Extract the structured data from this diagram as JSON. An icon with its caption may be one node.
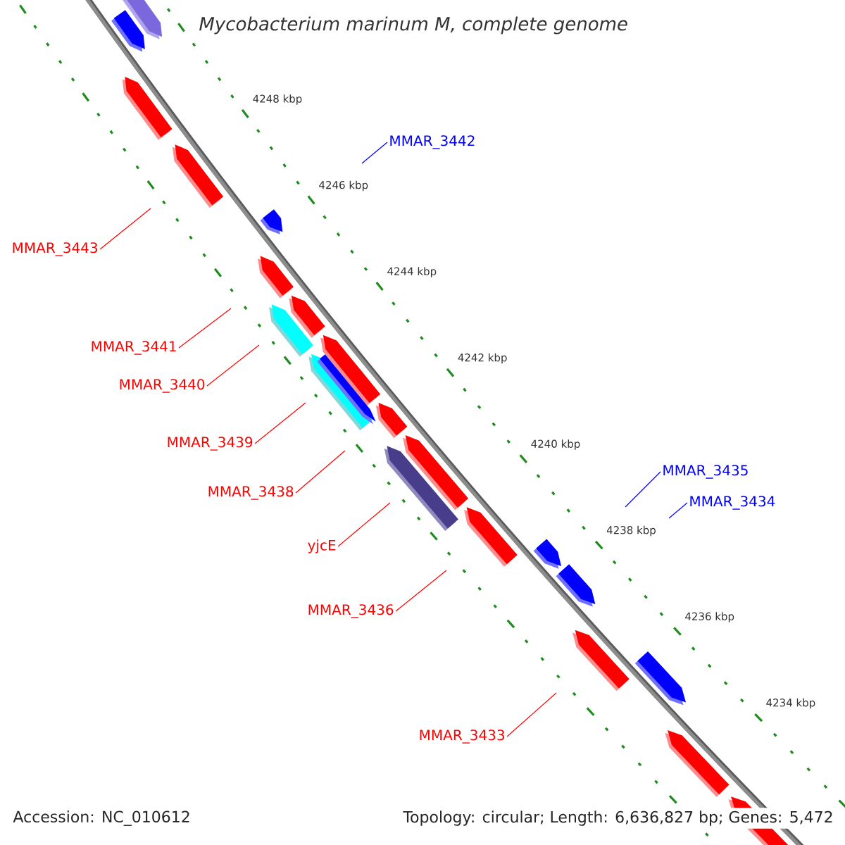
{
  "diagram": {
    "title": "Mycobacterium marinum M, complete genome",
    "nodes": [
      {
        "text": [
          "MMAR_3442"
        ]
      },
      {
        "text": [
          "MMAR_3443"
        ]
      },
      {
        "text": [
          "MMAR_3441"
        ]
      },
      {
        "text": [
          "MMAR_3440"
        ]
      },
      {
        "text": [
          "MMAR_3439"
        ]
      },
      {
        "text": [
          "MMAR_3435"
        ]
      },
      {
        "text": [
          "MMAR_3438"
        ]
      },
      {
        "text": [
          "MMAR_3434"
        ]
      },
      {
        "text": [
          "yjcE"
        ]
      },
      {
        "text": [
          "MMAR_3436"
        ]
      },
      {
        "text": [
          "MMAR_3433"
        ]
      }
    ],
    "edges": [
      {
        "from": 0,
        "to": null,
        "arrow": "none",
        "color": "#0000ff"
      },
      {
        "from": 1,
        "to": null,
        "arrow": "none"
      },
      {
        "from": 2,
        "to": null,
        "arrow": "none"
      },
      {
        "from": 3,
        "to": null,
        "arrow": "none"
      },
      {
        "from": 4,
        "to": null,
        "arrow": "none"
      },
      {
        "from": 5,
        "to": null,
        "arrow": "none",
        "color": "#0000ff"
      },
      {
        "from": 6,
        "to": null,
        "arrow": "none"
      },
      {
        "from": 7,
        "to": null,
        "arrow": "none",
        "color": "#0000ff"
      },
      {
        "from": 8,
        "to": null,
        "arrow": "none"
      },
      {
        "from": 9,
        "to": null,
        "arrow": "none"
      },
      {
        "from": 10,
        "to": null,
        "arrow": "none"
      }
    ],
    "labels": [
      "4248 kbp",
      "4246 kbp",
      "4244 kbp",
      "4242 kbp",
      "4240 kbp",
      "4238 kbp",
      "4236 kbp",
      "4234 kbp",
      "Accession: NC_010612",
      "Topology: circular; Length: 6,636,827 bp; Genes: 5,472"
    ]
  }
}
